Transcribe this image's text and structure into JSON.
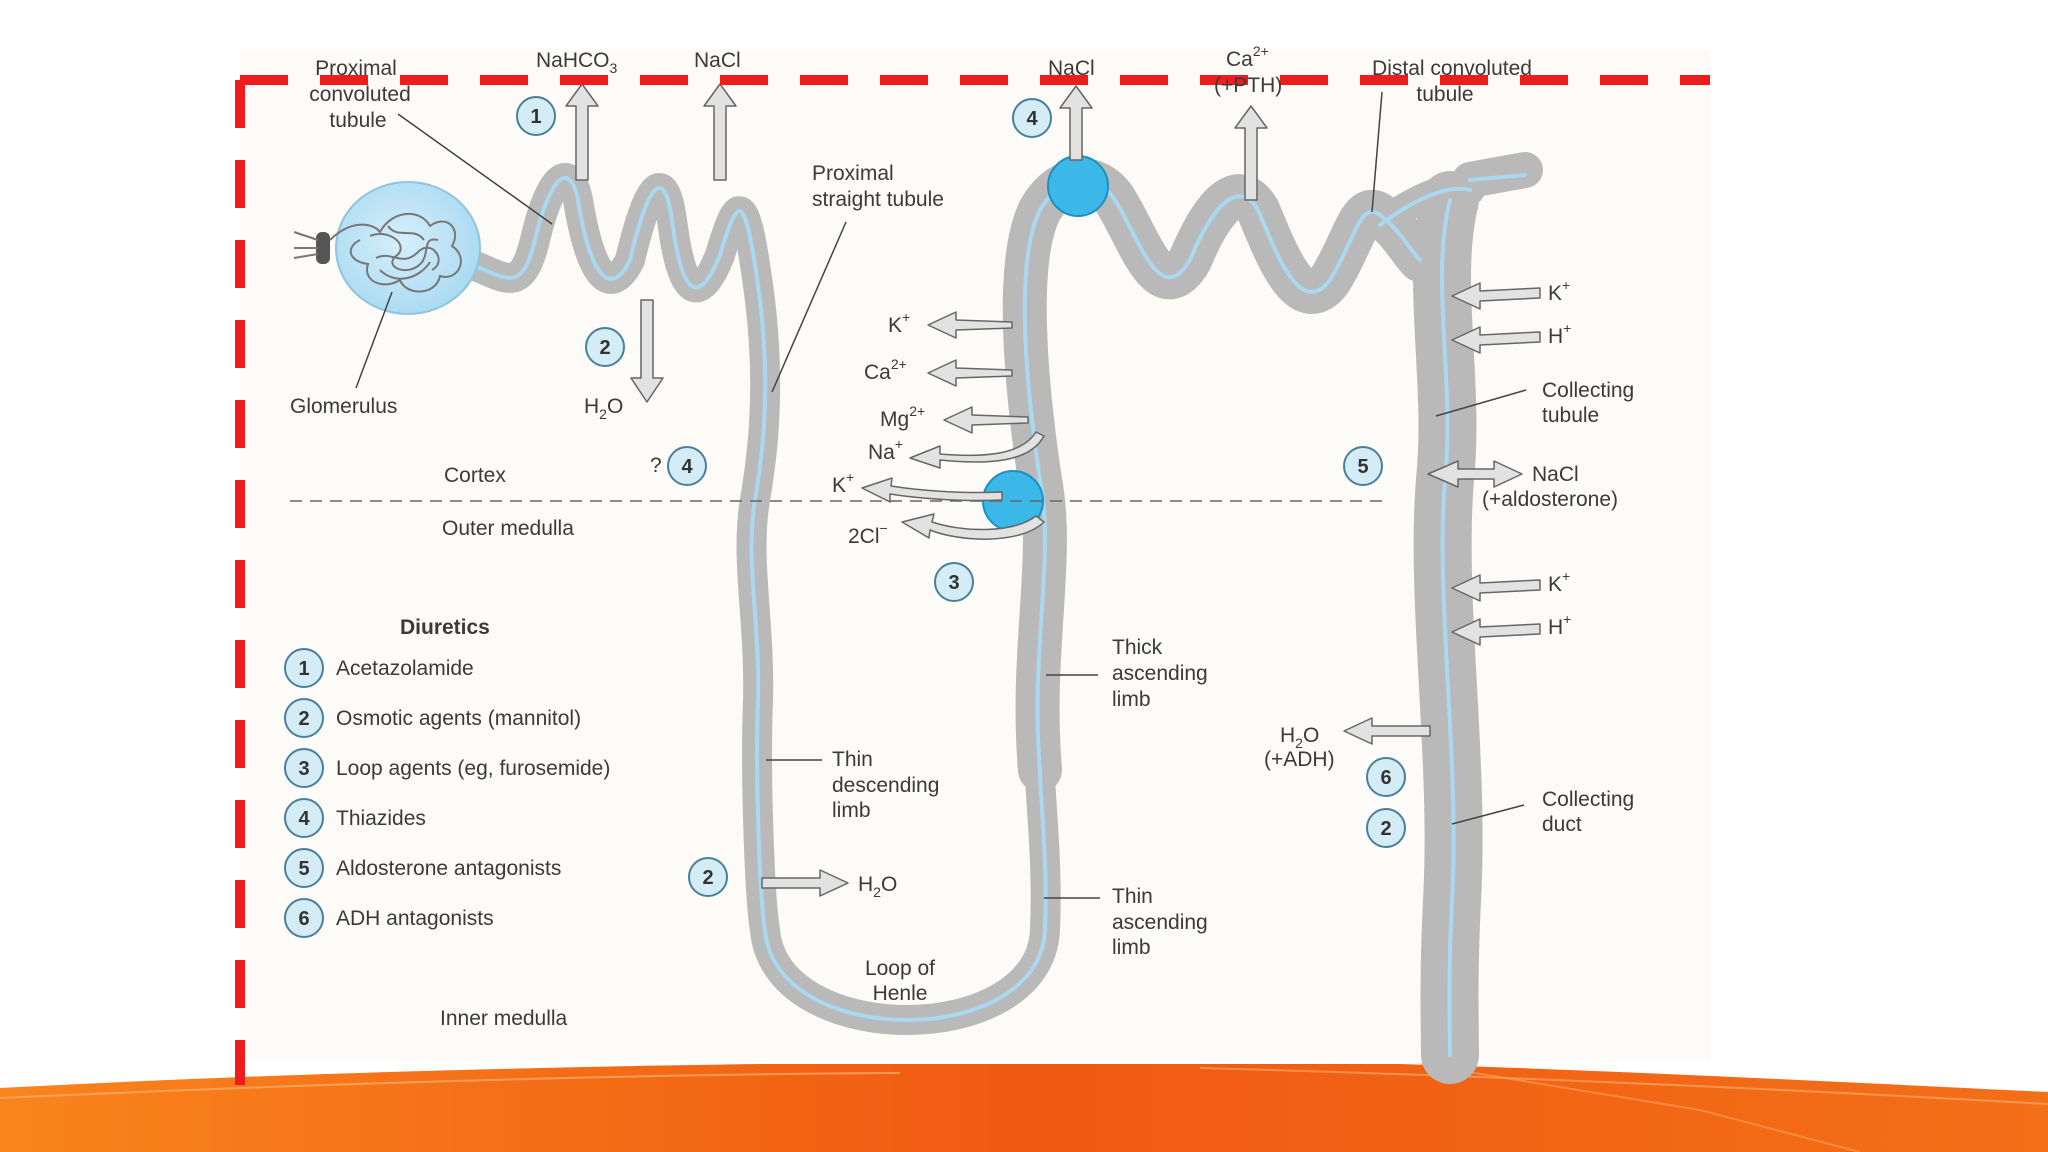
{
  "labels": {
    "pct_line1": "Proximal",
    "pct_line2": "convoluted",
    "pct_line3": "tubule",
    "nahco3": "NaHCO",
    "nahco3_sub": "3",
    "nacl_top": "NaCl",
    "nacl_dct": "NaCl",
    "ca": "Ca",
    "ca_sup": "2+",
    "pth": "(+PTH)",
    "dct_line1": "Distal convoluted",
    "dct_line2": "tubule",
    "pst_line1": "Proximal",
    "pst_line2": "straight tubule",
    "glomerulus": "Glomerulus",
    "h2o_prox_h": "H",
    "h2o_prox_sub": "2",
    "h2o_prox_o": "O",
    "cortex": "Cortex",
    "outer_medulla": "Outer medulla",
    "inner_medulla": "Inner medulla",
    "question": "?",
    "k_ion": "K",
    "k_sup": "+",
    "ca_ion": "Ca",
    "ca_ion_sup": "2+",
    "mg_ion": "Mg",
    "mg_sup": "2+",
    "na_ion": "Na",
    "na_sup": "+",
    "k_ion2": "K",
    "k_sup2": "+",
    "cl_ion": "2Cl",
    "cl_sup": "−",
    "k_collect_1": "K",
    "k_collect_1_sup": "+",
    "h_collect_1": "H",
    "h_collect_1_sup": "+",
    "collecting_tubule_1": "Collecting",
    "collecting_tubule_2": "tubule",
    "nacl_aldo": "NaCl",
    "aldo": "(+aldosterone)",
    "k_collect_2": "K",
    "k_collect_2_sup": "+",
    "h_collect_2": "H",
    "h_collect_2_sup": "+",
    "thick_1": "Thick",
    "thick_2": "ascending",
    "thick_3": "limb",
    "h2o_adh_h": "H",
    "h2o_adh_sub": "2",
    "h2o_adh_o": "O",
    "adh": "(+ADH)",
    "collecting_duct_1": "Collecting",
    "collecting_duct_2": "duct",
    "thin_desc_1": "Thin",
    "thin_desc_2": "descending",
    "thin_desc_3": "limb",
    "h2o_loop_h": "H",
    "h2o_loop_sub": "2",
    "h2o_loop_o": "O",
    "thin_asc_1": "Thin",
    "thin_asc_2": "ascending",
    "thin_asc_3": "limb",
    "loop_1": "Loop of",
    "loop_2": "Henle"
  },
  "markers": {
    "m1": "1",
    "m2a": "2",
    "m4a": "4",
    "m4b": "4",
    "m3": "3",
    "m5": "5",
    "m6": "6",
    "m2b": "2",
    "m2c": "2"
  },
  "legend": {
    "title": "Diuretics",
    "items": [
      {
        "num": "1",
        "label": "Acetazolamide"
      },
      {
        "num": "2",
        "label": "Osmotic agents (mannitol)"
      },
      {
        "num": "3",
        "label": "Loop agents (eg, furosemide)"
      },
      {
        "num": "4",
        "label": "Thiazides"
      },
      {
        "num": "5",
        "label": "Aldosterone antagonists"
      },
      {
        "num": "6",
        "label": "ADH antagonists"
      }
    ]
  },
  "colors": {
    "tubule": "#b9b9b9",
    "lumen": "#a9d8f0",
    "marker_fill": "#d4ecf5",
    "pump": "#3cb8e8",
    "dash_border": "#ee1c1c",
    "banner_orange": "#f26a14"
  }
}
